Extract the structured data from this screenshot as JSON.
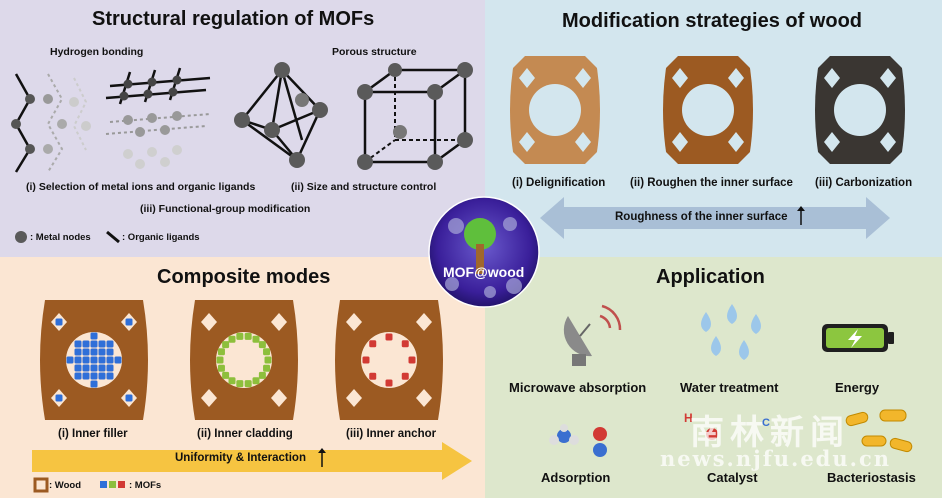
{
  "quadrants": {
    "mofs": {
      "title": "Structural regulation of MOFs",
      "hydrogen_bonding": "Hydrogen bonding",
      "porous_structure": "Porous structure",
      "caption_1": "(i)   Selection of metal ions and organic ligands",
      "caption_2": "(ii) Size and structure control",
      "caption_3": "(iii) Functional-group modification",
      "legend_metal": ": Metal nodes",
      "legend_ligand": ": Organic ligands"
    },
    "wood": {
      "title": "Modification strategies of wood",
      "items": [
        "(i) Delignification",
        "(ii) Roughen the inner surface",
        "(iii) Carbonization"
      ],
      "arrow_label": "Roughness of the inner surface"
    },
    "composite": {
      "title": "Composite modes",
      "items": [
        "(i) Inner filler",
        "(ii) Inner cladding",
        "(iii) Inner anchor"
      ],
      "arrow_label": "Uniformity & Interaction",
      "legend_wood": ": Wood",
      "legend_mofs": ": MOFs"
    },
    "application": {
      "title": "Application",
      "items": [
        "Microwave absorption",
        "Water treatment",
        "Energy",
        "Adsorption",
        "Catalyst",
        "Bacteriostasis"
      ]
    }
  },
  "center": {
    "label": "MOF@wood"
  },
  "watermark": {
    "chinese": "南林新闻",
    "url": "news.njfu.edu.cn"
  },
  "colors": {
    "mofs_bg": "#ddd9ea",
    "wood_bg": "#d3e6ee",
    "composite_bg": "#fbe6d3",
    "application_bg": "#dde7cc",
    "wood_light": "#c48a52",
    "wood_mid": "#9c5a22",
    "wood_carbon": "#3a3632",
    "mof_blue": "#2f6fd8",
    "mof_green": "#8dbf3c",
    "mof_red": "#d23a34"
  }
}
